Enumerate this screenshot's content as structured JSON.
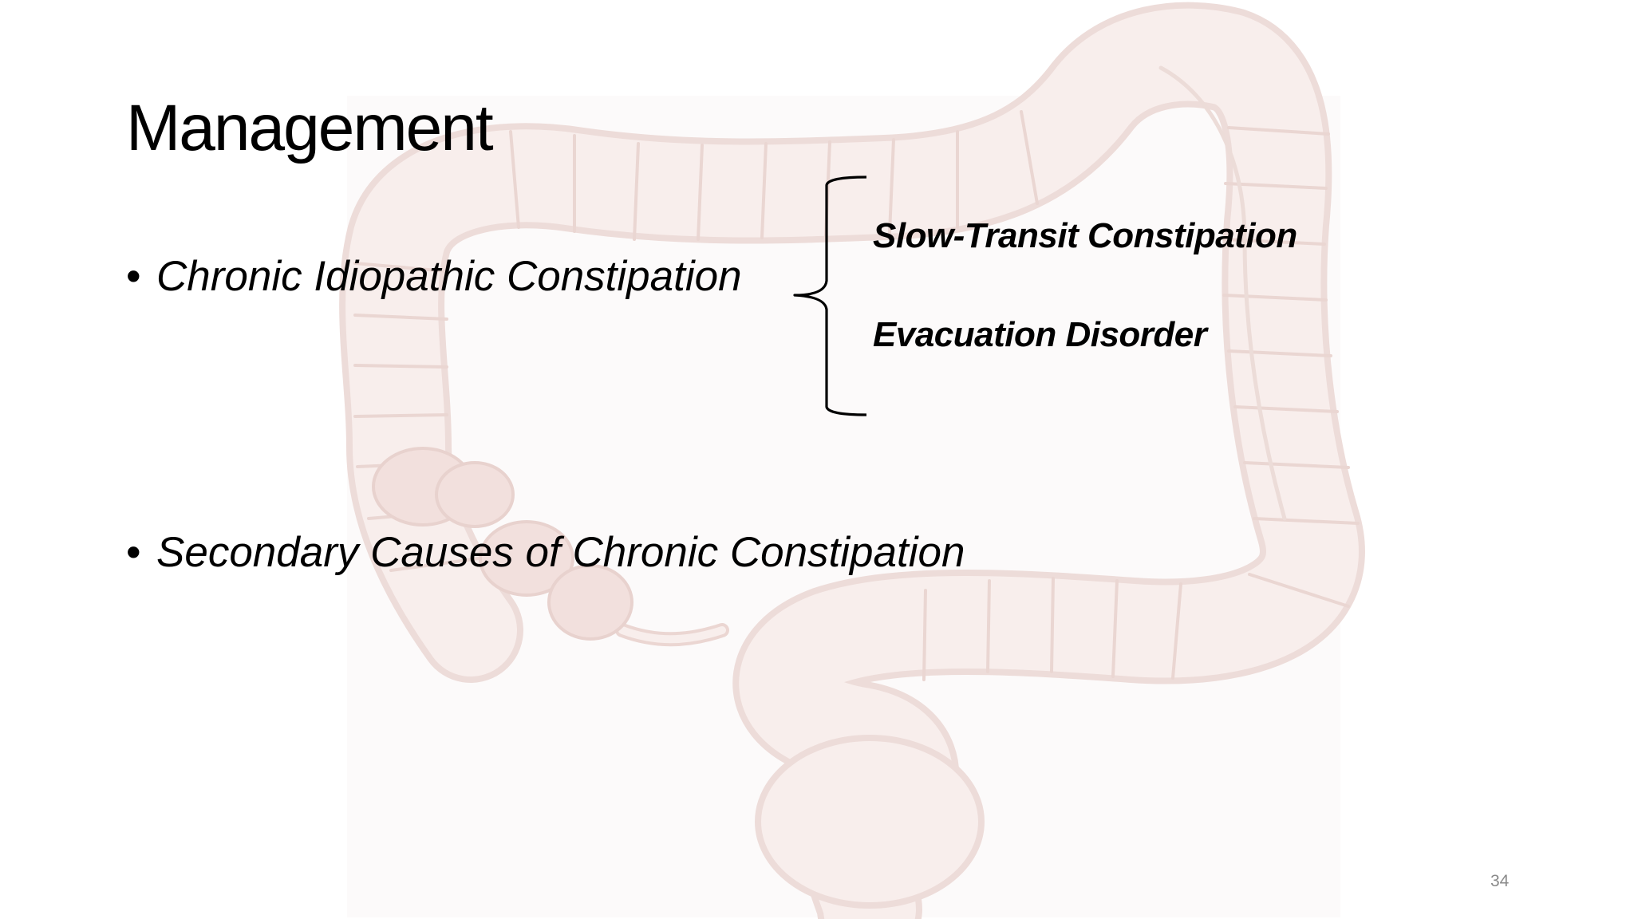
{
  "slide": {
    "title": "Management",
    "bullets": [
      {
        "marker": "•",
        "text": "Chronic Idiopathic Constipation"
      },
      {
        "marker": "•",
        "text": "Secondary Causes of Chronic Constipation"
      }
    ],
    "subtypes": [
      "Slow-Transit Constipation",
      "Evacuation Disorder"
    ],
    "page_number": "34",
    "background_image": "colon-illustration",
    "colors": {
      "illustration_fill": "#f8eeec",
      "illustration_stroke": "#eddcd9",
      "accent_pink": "#f1d8d4",
      "page_number": "#8a8a8a"
    }
  }
}
